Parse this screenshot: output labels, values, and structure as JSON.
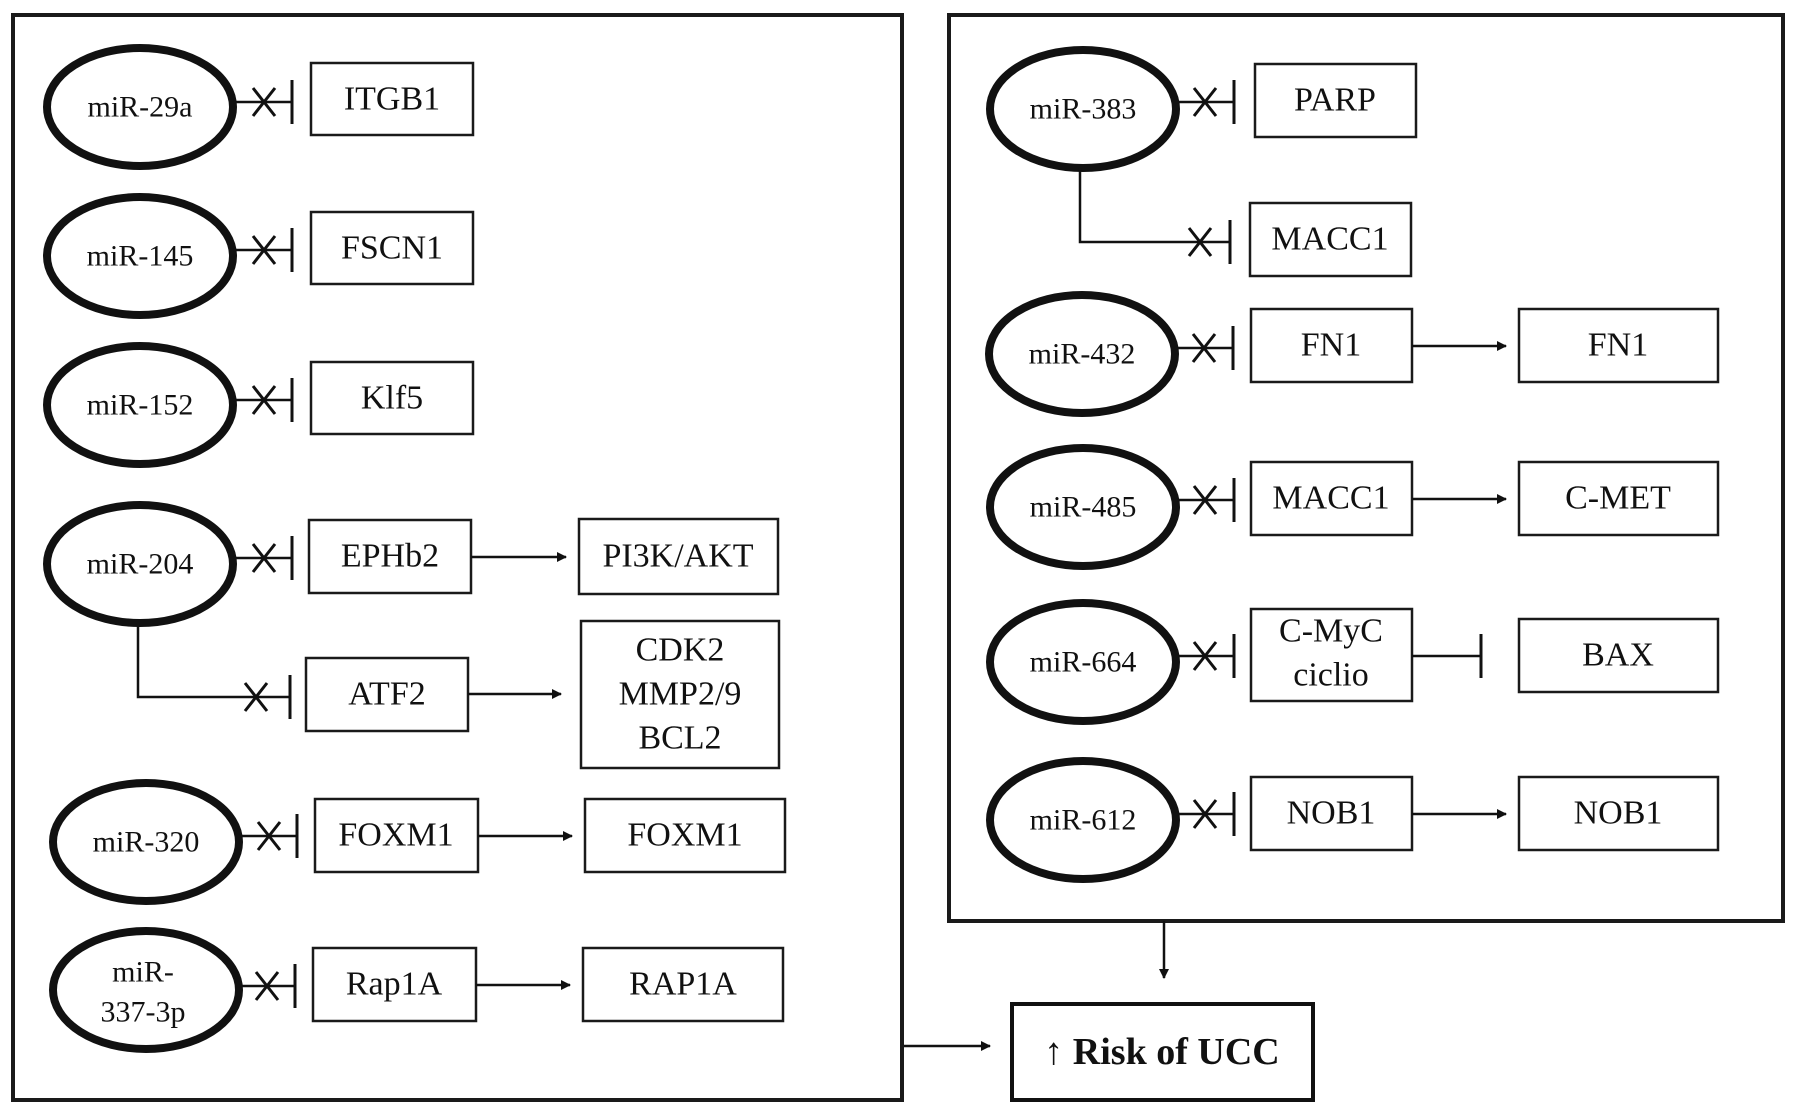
{
  "left_panel": {
    "mirnas": [
      {
        "label": "miR-29a"
      },
      {
        "label": "miR-145"
      },
      {
        "label": "miR-152"
      },
      {
        "label": "miR-204"
      },
      {
        "label": "miR-320"
      },
      {
        "label_lines": [
          "miR-",
          "337-3p"
        ]
      }
    ],
    "targets": {
      "itgb1": "ITGB1",
      "fscn1": "FSCN1",
      "klf5": "Klf5",
      "ephb2": "EPHb2",
      "pi3k_akt": "PI3K/AKT",
      "atf2": "ATF2",
      "cdk2_mmp_bcl2": [
        "CDK2",
        "MMP2/9",
        "BCL2"
      ],
      "foxm1": "FOXM1",
      "foxm1_out": "FOXM1",
      "rap1a": "Rap1A",
      "rap1a_out": "RAP1A"
    }
  },
  "right_panel": {
    "mirnas": [
      {
        "label": "miR-383"
      },
      {
        "label": "miR-432"
      },
      {
        "label": "miR-485"
      },
      {
        "label": "miR-664"
      },
      {
        "label": "miR-612"
      }
    ],
    "targets": {
      "parp": "PARP",
      "macc1_a": "MACC1",
      "fn1": "FN1",
      "fn1_out": "FN1",
      "macc1_b": "MACC1",
      "c_met": "C-MET",
      "cmyc_ciclio": [
        "C-MyC",
        "ciclio"
      ],
      "bax": "BAX",
      "nob1": "NOB1",
      "nob1_out": "NOB1"
    }
  },
  "outcome": {
    "label": "↑ Risk of UCC"
  },
  "colors": {
    "stroke": "#111111",
    "background": "#ffffff"
  }
}
